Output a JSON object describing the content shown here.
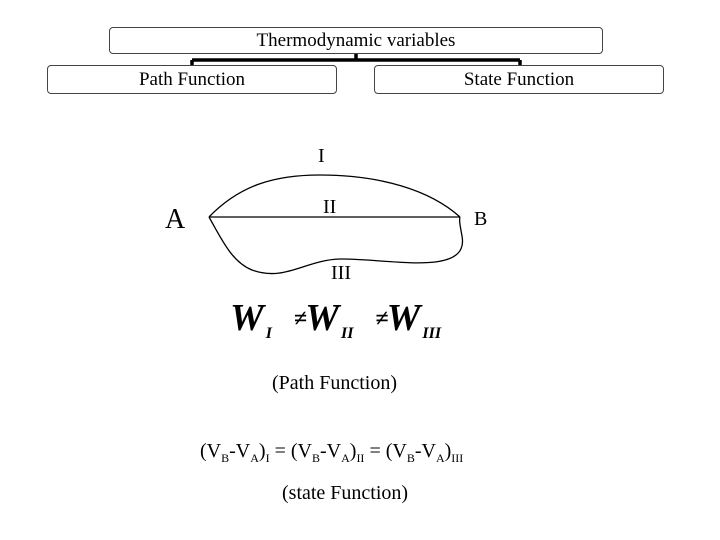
{
  "hierarchy": {
    "root": "Thermodynamic variables",
    "children": [
      "Path Function",
      "State Function"
    ]
  },
  "diagram": {
    "point_a": "A",
    "point_b": "B",
    "path_1": "I",
    "path_2": "II",
    "path_3": "III"
  },
  "work_equation": {
    "symbol": "W",
    "subscripts": [
      "I",
      "II",
      "III"
    ],
    "relation_glyph": "≠"
  },
  "path_caption": "(Path Function)",
  "volume_equation": {
    "term_open": "(V",
    "sub_b": "B",
    "minus": "-V",
    "sub_a": "A",
    "close": ")",
    "path_subs": [
      "I",
      "II",
      "III"
    ],
    "equals": " = "
  },
  "state_caption": "(state Function)"
}
